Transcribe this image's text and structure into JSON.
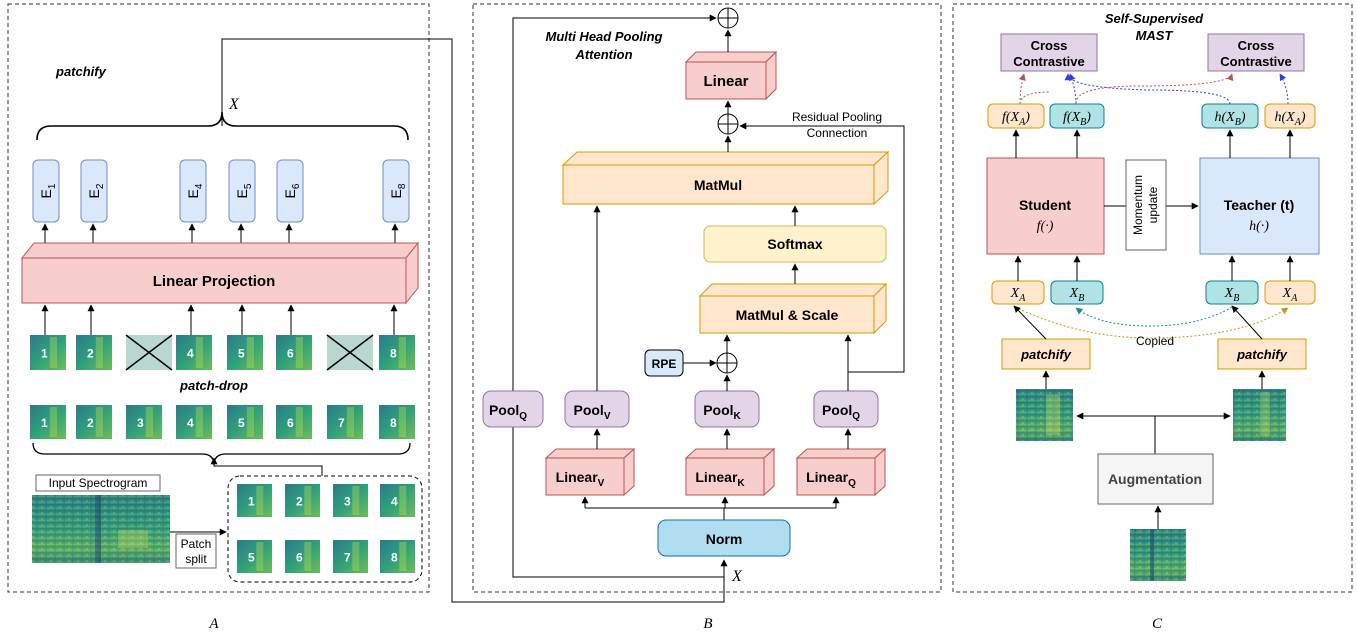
{
  "colors": {
    "blue_fill": "#dae8fc",
    "blue_stroke": "#6c8ebf",
    "red_fill": "#f8cecc",
    "red_stroke": "#b85450",
    "orange_fill": "#ffe6cc",
    "orange_stroke": "#d79b00",
    "yellow_fill": "#fff2cc",
    "yellow_stroke": "#d6b656",
    "purple_fill": "#e1d5e7",
    "purple_stroke": "#9673a6",
    "cyan_fill": "#b1ddf0",
    "cyan_stroke": "#10739e",
    "teal_fill": "#b0e3e6",
    "teal_stroke": "#0e8088",
    "gray_fill": "#f5f5f5",
    "gray_stroke": "#666666"
  },
  "panel_a": {
    "caption": "A",
    "patchify_label": "patchify",
    "brace_label": "X",
    "embeddings": [
      {
        "base": "E",
        "sub": "1"
      },
      {
        "base": "E",
        "sub": "2"
      },
      {
        "base": "E",
        "sub": "4"
      },
      {
        "base": "E",
        "sub": "5"
      },
      {
        "base": "E",
        "sub": "6"
      },
      {
        "base": "E",
        "sub": "8"
      }
    ],
    "linear_projection": "Linear Projection",
    "kept_patches": [
      "1",
      "2",
      "4",
      "5",
      "6",
      "8"
    ],
    "patch_drop_label": "patch-drop",
    "all_patches": [
      "1",
      "2",
      "3",
      "4",
      "5",
      "6",
      "7",
      "8"
    ],
    "input_label": "Input Spectrogram",
    "split_label_1": "Patch",
    "split_label_2": "split",
    "split_patches": [
      "1",
      "2",
      "3",
      "4",
      "5",
      "6",
      "7",
      "8"
    ]
  },
  "panel_b": {
    "caption": "B",
    "title_1": "Multi Head Pooling",
    "title_2": "Attention",
    "linear_out": "Linear",
    "residual_1": "Residual Pooling",
    "residual_2": "Connection",
    "matmul": "MatMul",
    "softmax": "Softmax",
    "matmul_scale": "MatMul & Scale",
    "rpe": "RPE",
    "pool_base": "Pool",
    "pool_q_sub": "Q",
    "pool_v_sub": "V",
    "pool_k_sub": "K",
    "linear_base": "Linear",
    "linear_v_sub": "V",
    "linear_k_sub": "K",
    "linear_q_sub": "Q",
    "norm": "Norm",
    "input_x": "X"
  },
  "panel_c": {
    "caption": "C",
    "title_1": "Self-Supervised",
    "title_2": "MAST",
    "cross_contrastive_1": "Cross",
    "cross_contrastive_2": "Contrastive",
    "f_xa": "f(X_A)",
    "f_xb": "f(X_B)",
    "h_xb": "h(X_B)",
    "h_xa": "h(X_A)",
    "student": "Student",
    "student_fn": "f(·)",
    "teacher": "Teacher (t)",
    "teacher_fn": "h(·)",
    "momentum_1": "Momentum",
    "momentum_2": "update",
    "x_a": "X_A",
    "x_b": "X_B",
    "copied": "Copied",
    "patchify": "patchify",
    "augmentation": "Augmentation"
  }
}
